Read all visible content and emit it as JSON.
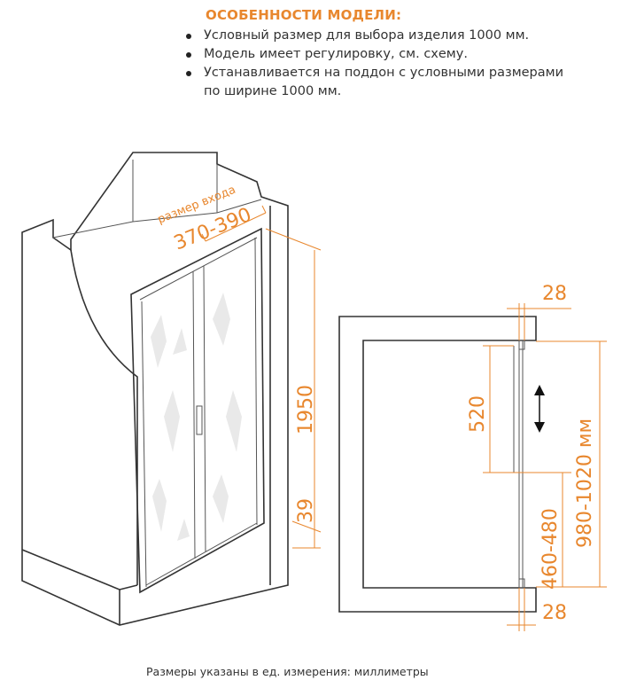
{
  "features": {
    "title": "ОСОБЕННОСТИ МОДЕЛИ:",
    "items": [
      "Условный размер для выбора изделия 1000 мм.",
      "Модель имеет регулировку, см. схему.",
      "Устанавливается на поддон с условными размерами по ширине 1000 мм."
    ]
  },
  "drawing_3d": {
    "entry_label": "размер входа",
    "entry_size": "370-390",
    "height": "1950",
    "bottom_gap": "39"
  },
  "plan": {
    "top_profile": "28",
    "bottom_profile": "28",
    "fixed_panel": "520",
    "door_opening": "460-480",
    "total_width": "980-1020 мм"
  },
  "footer": "Размеры указаны в ед. измерения: миллиметры",
  "colors": {
    "accent": "#e8872e",
    "line": "#333333"
  }
}
